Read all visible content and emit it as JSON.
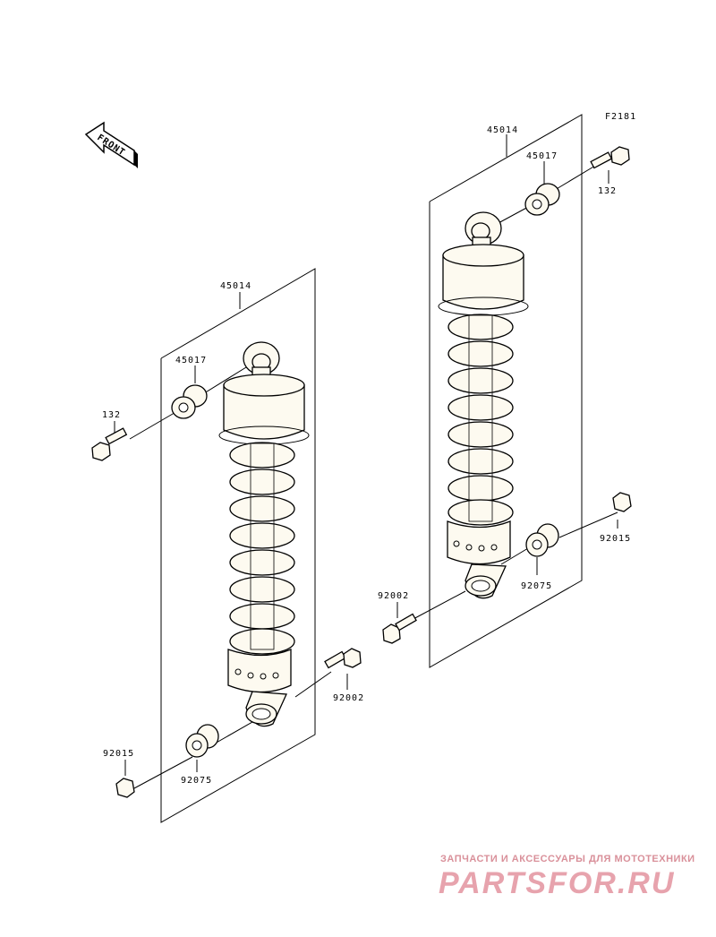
{
  "figure_id": "F2181",
  "front_label": "FRONT",
  "left_assembly": {
    "shock_absorber": "45014",
    "bushing_top": "45017",
    "bolt_top": "132",
    "bolt_bottom": "92002",
    "nut": "92015",
    "bushing_bottom": "92075"
  },
  "right_assembly": {
    "shock_absorber": "45014",
    "bushing_top": "45017",
    "bolt_top": "132",
    "bolt_bottom": "92002",
    "nut": "92015",
    "bushing_bottom": "92075"
  },
  "watermark": {
    "tagline": "ЗАПЧАСТИ И АКСЕССУАРЫ ДЛЯ МОТОТЕХНИКИ",
    "brand": "PARTSFOR.RU"
  },
  "colors": {
    "line": "#000000",
    "part_fill": "#fdfaf0",
    "watermark": "#e7a3ad"
  }
}
